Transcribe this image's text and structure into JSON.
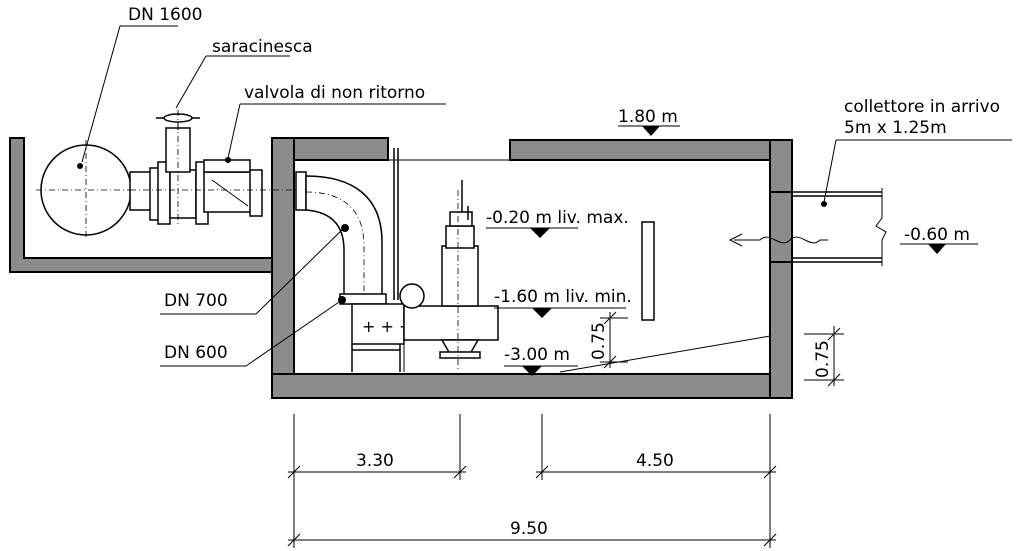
{
  "labels": {
    "dn1600": "DN 1600",
    "saracinesca": "saracinesca",
    "valvola": "valvola di non ritorno",
    "dn700": "DN 700",
    "dn600": "DN 600",
    "collettore_line1": "collettore in arrivo",
    "collettore_line2": "5m x 1.25m"
  },
  "levels": {
    "top": "1.80 m",
    "inlet": "-0.60 m",
    "max": "-0.20 m liv. max.",
    "min": "-1.60 m liv. min.",
    "bottom": "-3.00 m"
  },
  "dimensions": {
    "vertical_inner": "0.75",
    "vertical_outer": "0.75",
    "width_pump": "3.30",
    "width_right": "4.50",
    "width_total": "9.50"
  }
}
